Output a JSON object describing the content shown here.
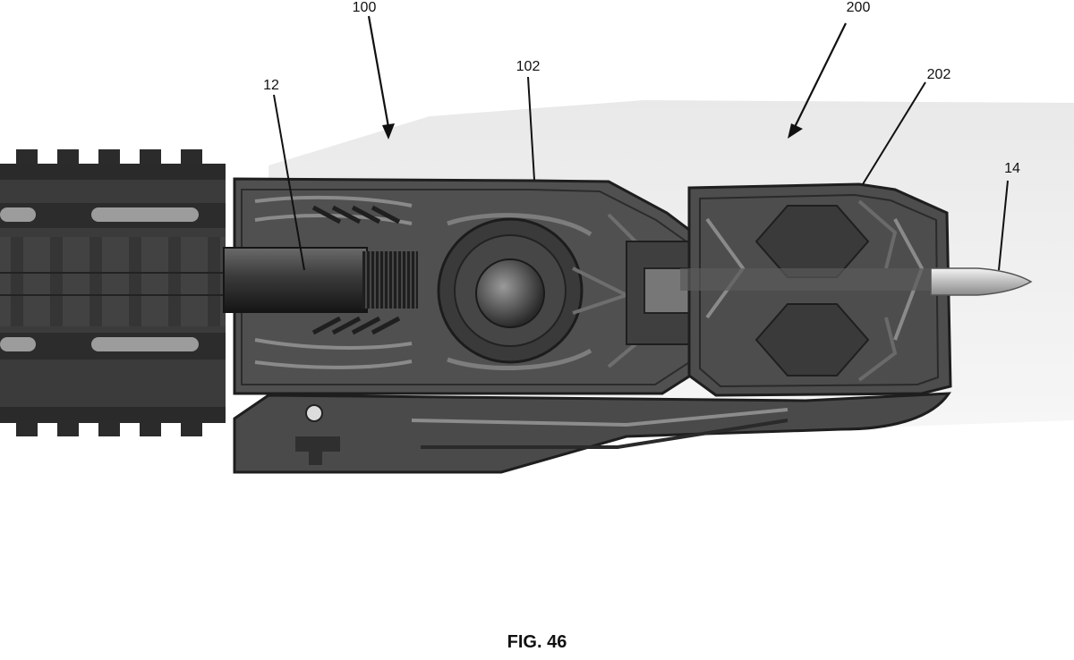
{
  "figure": {
    "caption": "FIG. 46",
    "labels": {
      "device_100": "100",
      "device_200": "200",
      "barrel": "12",
      "housing_102": "102",
      "housing_202": "202",
      "projectile": "14"
    }
  }
}
